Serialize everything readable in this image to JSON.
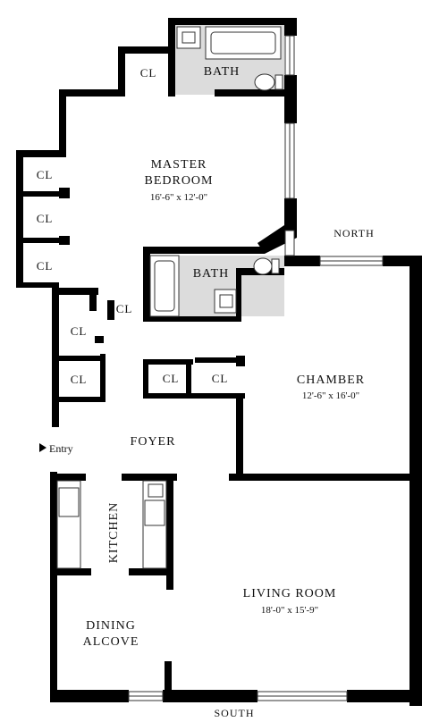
{
  "plan": {
    "rooms": {
      "master_bath": "BATH",
      "second_bath": "BATH",
      "master_bedroom_line1": "MASTER",
      "master_bedroom_line2": "BEDROOM",
      "master_bedroom_dims": "16'-6\" x 12'-0\"",
      "chamber": "CHAMBER",
      "chamber_dims": "12'-6\" x 16'-0\"",
      "foyer": "FOYER",
      "kitchen": "KITCHEN",
      "living_room": "LIVING ROOM",
      "living_room_dims": "18'-0\" x 15'-9\"",
      "dining_line1": "DINING",
      "dining_line2": "ALCOVE"
    },
    "closet_label": "CL",
    "entry_label": "Entry",
    "compass": {
      "north": "NORTH",
      "south": "SOUTH"
    }
  }
}
